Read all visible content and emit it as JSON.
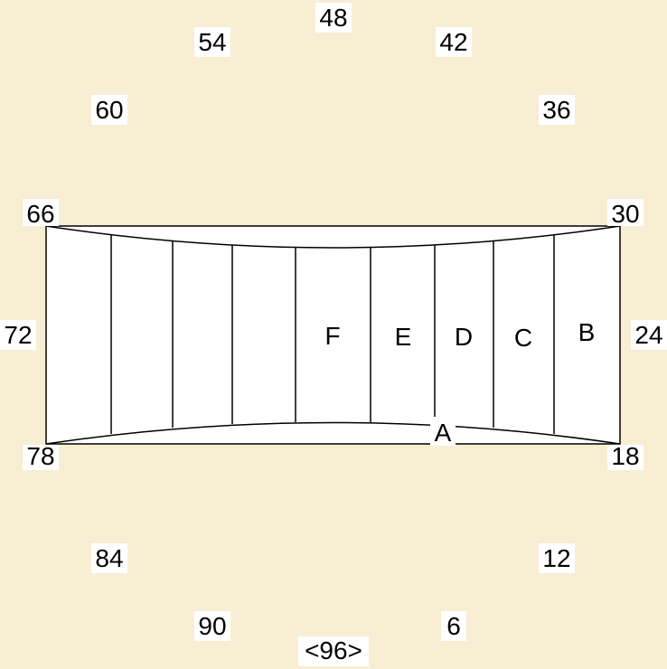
{
  "colors": {
    "background": "#f8eed4",
    "field": "#ffffff",
    "line": "#000000"
  },
  "perimeter_labels": [
    {
      "id": "p48",
      "text": "48"
    },
    {
      "id": "p54",
      "text": "54"
    },
    {
      "id": "p42",
      "text": "42"
    },
    {
      "id": "p60",
      "text": "60"
    },
    {
      "id": "p36",
      "text": "36"
    },
    {
      "id": "p66",
      "text": "66"
    },
    {
      "id": "p30",
      "text": "30"
    },
    {
      "id": "p72",
      "text": "72"
    },
    {
      "id": "p24",
      "text": "24"
    },
    {
      "id": "p78",
      "text": "78"
    },
    {
      "id": "p18",
      "text": "18"
    },
    {
      "id": "p84",
      "text": "84"
    },
    {
      "id": "p12",
      "text": "12"
    },
    {
      "id": "p90",
      "text": "90"
    },
    {
      "id": "p6",
      "text": "6"
    },
    {
      "id": "p96",
      "text": "<96>"
    }
  ],
  "sections": {
    "A": "A",
    "B": "B",
    "C": "C",
    "D": "D",
    "E": "E",
    "F": "F"
  }
}
